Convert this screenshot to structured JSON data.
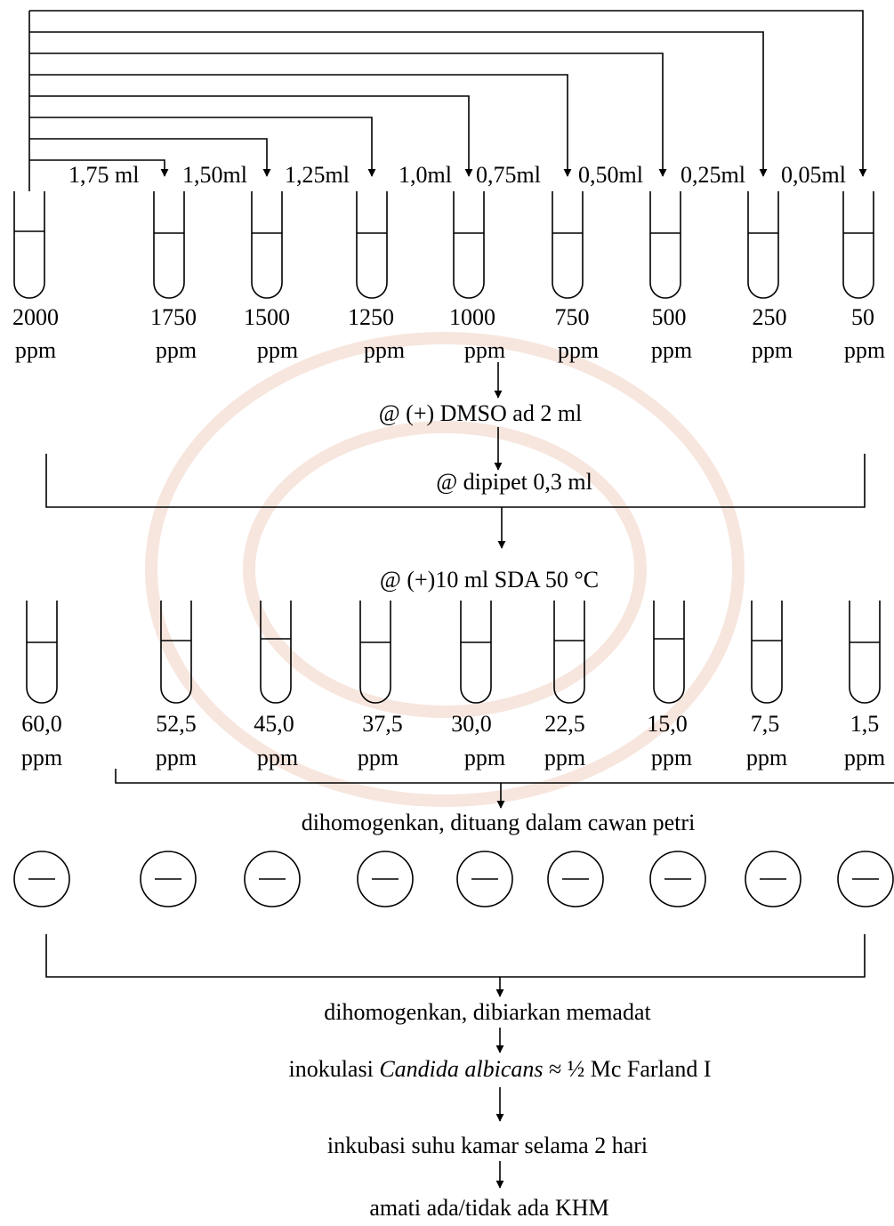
{
  "top_volumes": [
    "1,75 ml",
    "1,50ml",
    "1,25ml",
    "1,0ml",
    "0,75ml",
    "0,50ml",
    "0,25ml",
    "0,05ml"
  ],
  "stock_tubes": [
    {
      "value": "2000",
      "unit": "ppm"
    },
    {
      "value": "1750",
      "unit": "ppm"
    },
    {
      "value": "1500",
      "unit": "ppm"
    },
    {
      "value": "1250",
      "unit": "ppm"
    },
    {
      "value": "1000",
      "unit": "ppm"
    },
    {
      "value": "750",
      "unit": "ppm"
    },
    {
      "value": "500",
      "unit": "ppm"
    },
    {
      "value": "250",
      "unit": "ppm"
    },
    {
      "value": "50",
      "unit": "ppm"
    }
  ],
  "steps": {
    "dmso": "@ (+) DMSO ad 2 ml",
    "pipette": "@ dipipet 0,3 ml",
    "sda": "@ (+)10 ml SDA 50 °C",
    "pour": "dihomogenkan, dituang dalam cawan petri",
    "solidify": "dihomogenkan, dibiarkan memadat",
    "inoculate_prefix": "inokulasi ",
    "inoculate_species": "Candida albicans",
    "inoculate_suffix": " ≈ ½ Mc Farland I",
    "incubate": "inkubasi suhu kamar selama 2 hari",
    "observe": "amati ada/tidak ada KHM"
  },
  "final_tubes": [
    {
      "value": "60,0",
      "unit": "ppm"
    },
    {
      "value": "52,5",
      "unit": "ppm"
    },
    {
      "value": "45,0",
      "unit": "ppm"
    },
    {
      "value": "37,5",
      "unit": "ppm"
    },
    {
      "value": "30,0",
      "unit": "ppm"
    },
    {
      "value": "22,5",
      "unit": "ppm"
    },
    {
      "value": "15,0",
      "unit": "ppm"
    },
    {
      "value": "7,5",
      "unit": "ppm"
    },
    {
      "value": "1,5",
      "unit": "ppm"
    }
  ],
  "petri_dish_count": 9
}
